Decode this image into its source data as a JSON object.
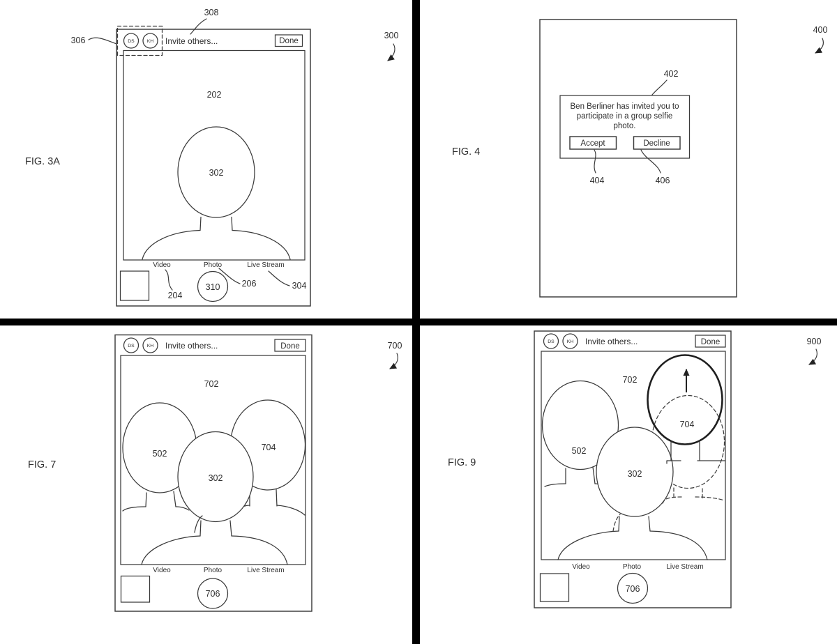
{
  "figures": {
    "fig3a": {
      "fig_label": "FIG. 3A",
      "fig_ref": "300",
      "header": {
        "avatar1": "DS",
        "avatar2": "KH",
        "invite_label": "Invite others...",
        "done_label": "Done"
      },
      "modes": {
        "video": "Video",
        "photo": "Photo",
        "live": "Live Stream"
      },
      "refs": {
        "avatars": "306",
        "invite": "308",
        "viewfinder": "202",
        "subject": "302",
        "video": "204",
        "photo": "206",
        "live": "304",
        "shutter": "310"
      }
    },
    "fig4": {
      "fig_label": "FIG. 4",
      "fig_ref": "400",
      "dialog": {
        "ref": "402",
        "line1": "Ben Berliner has invited you to",
        "line2": "participate in a group selfie",
        "line3": "photo.",
        "accept_label": "Accept",
        "accept_ref": "404",
        "decline_label": "Decline",
        "decline_ref": "406"
      }
    },
    "fig7": {
      "fig_label": "FIG. 7",
      "fig_ref": "700",
      "header": {
        "avatar1": "DS",
        "avatar2": "KH",
        "invite_label": "Invite others...",
        "done_label": "Done"
      },
      "modes": {
        "video": "Video",
        "photo": "Photo",
        "live": "Live Stream"
      },
      "refs": {
        "viewfinder": "702",
        "left_subject": "502",
        "center_subject": "302",
        "right_subject": "704",
        "shutter": "706"
      }
    },
    "fig9": {
      "fig_label": "FIG. 9",
      "fig_ref": "900",
      "header": {
        "avatar1": "DS",
        "avatar2": "KH",
        "invite_label": "Invite others...",
        "done_label": "Done"
      },
      "modes": {
        "video": "Video",
        "photo": "Photo",
        "live": "Live Stream"
      },
      "refs": {
        "viewfinder": "702",
        "left_subject": "502",
        "center_subject": "302",
        "moved_subject": "704",
        "shutter": "706"
      }
    }
  }
}
